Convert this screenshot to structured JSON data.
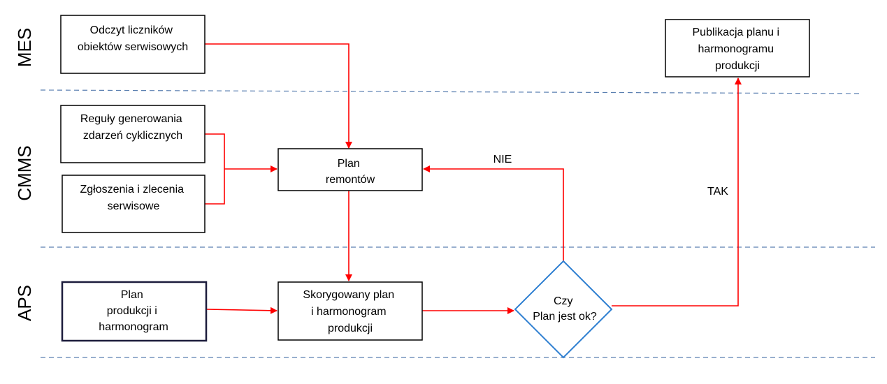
{
  "lanes": [
    {
      "id": "mes",
      "label": "MES"
    },
    {
      "id": "cmms",
      "label": "CMMS"
    },
    {
      "id": "aps",
      "label": "APS"
    }
  ],
  "nodes": {
    "odczyt": {
      "lines": [
        "Odczyt liczników",
        "obiektów serwisowych"
      ]
    },
    "publikacja": {
      "lines": [
        "Publikacja planu i",
        "harmonogramu",
        "produkcji"
      ]
    },
    "reguly": {
      "lines": [
        "Reguły generowania",
        "zdarzeń cyklicznych"
      ]
    },
    "zgloszenia": {
      "lines": [
        "Zgłoszenia i zlecenia",
        "serwisowe"
      ]
    },
    "plan_remontow": {
      "lines": [
        "Plan",
        "remontów"
      ]
    },
    "plan_produkcji": {
      "lines": [
        "Plan",
        "produkcji i",
        "harmonogram"
      ]
    },
    "skorygowany": {
      "lines": [
        "Skorygowany plan",
        "i harmonogram",
        "produkcji"
      ]
    },
    "decyzja": {
      "lines": [
        "Czy",
        "Plan jest ok?"
      ]
    }
  },
  "edge_labels": {
    "nie": "NIE",
    "tak": "TAK"
  },
  "colors": {
    "arrow": "#ff0000",
    "box_border": "#000000",
    "decision_border": "#2e7fd1",
    "lane_divider": "#5a7fb0"
  }
}
